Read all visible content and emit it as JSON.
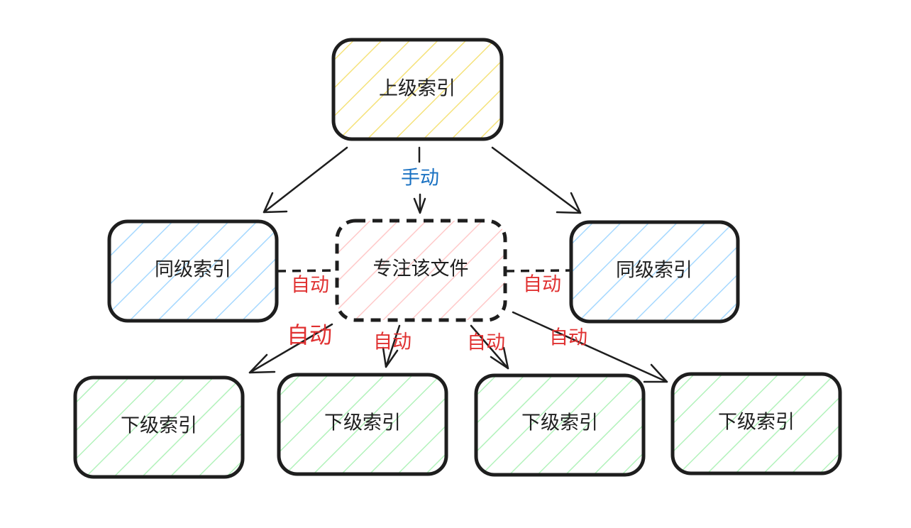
{
  "colors": {
    "upper": "#f5e27a",
    "sibling": "#a5d8ff",
    "focus": "#ffc9c9",
    "lower": "#b2f2bb",
    "manual": "#1971c2",
    "auto": "#e03131"
  },
  "nodes": {
    "upper": "上级索引",
    "sibling_left": "同级索引",
    "focus": "专注该文件",
    "sibling_right": "同级索引",
    "lower_1": "下级索引",
    "lower_2": "下级索引",
    "lower_3": "下级索引",
    "lower_4": "下级索引"
  },
  "edges": {
    "manual": "手动",
    "auto_left_sibling": "自动",
    "auto_right_sibling": "自动",
    "auto_lower_1": "自动",
    "auto_lower_2": "自动",
    "auto_lower_3": "自动",
    "auto_lower_4": "自动"
  }
}
